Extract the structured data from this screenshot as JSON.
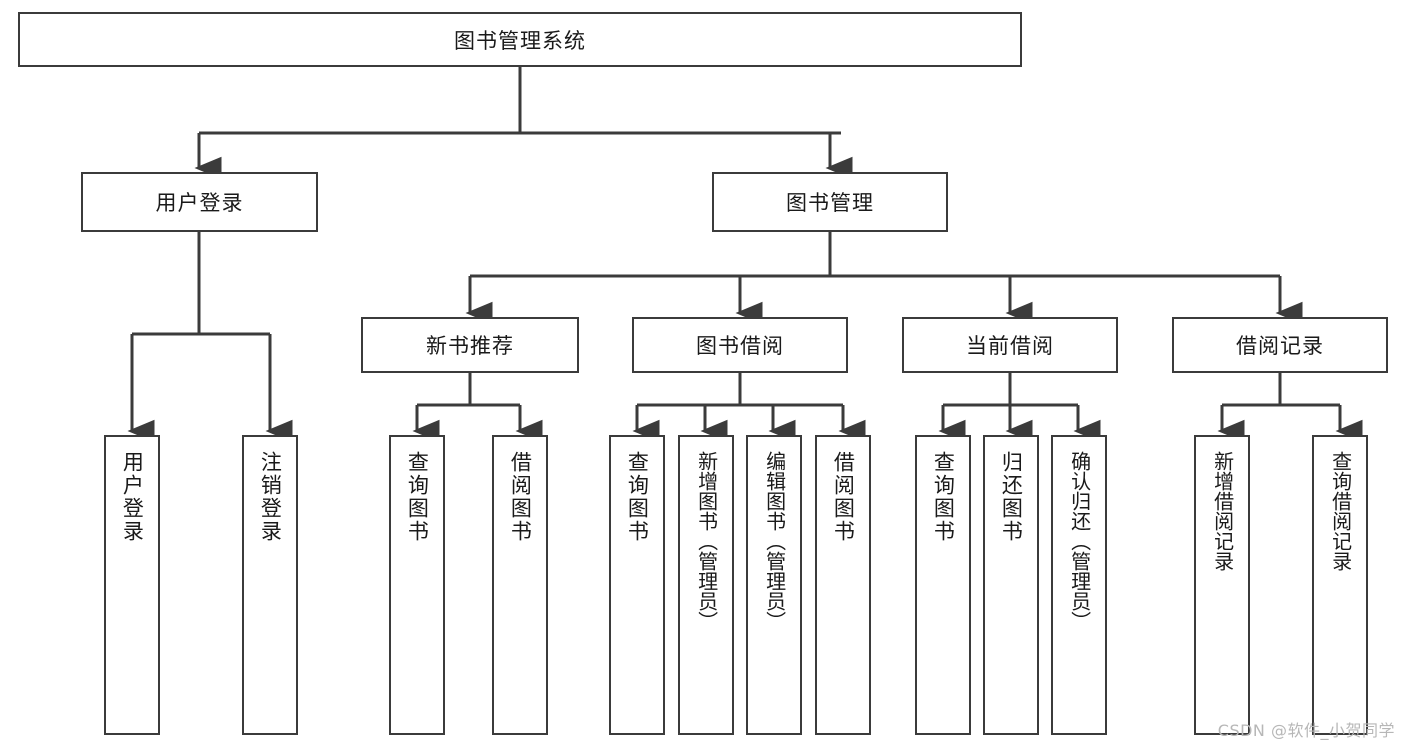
{
  "diagram": {
    "title": "图书管理系统",
    "watermark": "CSDN @软件_小贺同学",
    "colors": {
      "background": "#ffffff",
      "stroke": "#3b3b3b",
      "text": "#1a1a1a",
      "watermark": "#b7b7b7"
    },
    "root": {
      "label": "图书管理系统"
    },
    "level2": [
      {
        "label": "用户登录"
      },
      {
        "label": "图书管理"
      }
    ],
    "level3": [
      {
        "label": "新书推荐"
      },
      {
        "label": "图书借阅"
      },
      {
        "label": "当前借阅"
      },
      {
        "label": "借阅记录"
      }
    ],
    "leaves": {
      "user_login": [
        {
          "label": "用户登录"
        },
        {
          "label": "注销登录"
        }
      ],
      "new_book_recommend": [
        {
          "label": "查询图书"
        },
        {
          "label": "借阅图书"
        }
      ],
      "book_borrow": [
        {
          "label": "查询图书"
        },
        {
          "label": "新增图书（管理员）"
        },
        {
          "label": "编辑图书（管理员）"
        },
        {
          "label": "借阅图书"
        }
      ],
      "current_borrow": [
        {
          "label": "查询图书"
        },
        {
          "label": "归还图书"
        },
        {
          "label": "确认归还（管理员）"
        }
      ],
      "borrow_record": [
        {
          "label": "新增借阅记录"
        },
        {
          "label": "查询借阅记录"
        }
      ]
    }
  }
}
